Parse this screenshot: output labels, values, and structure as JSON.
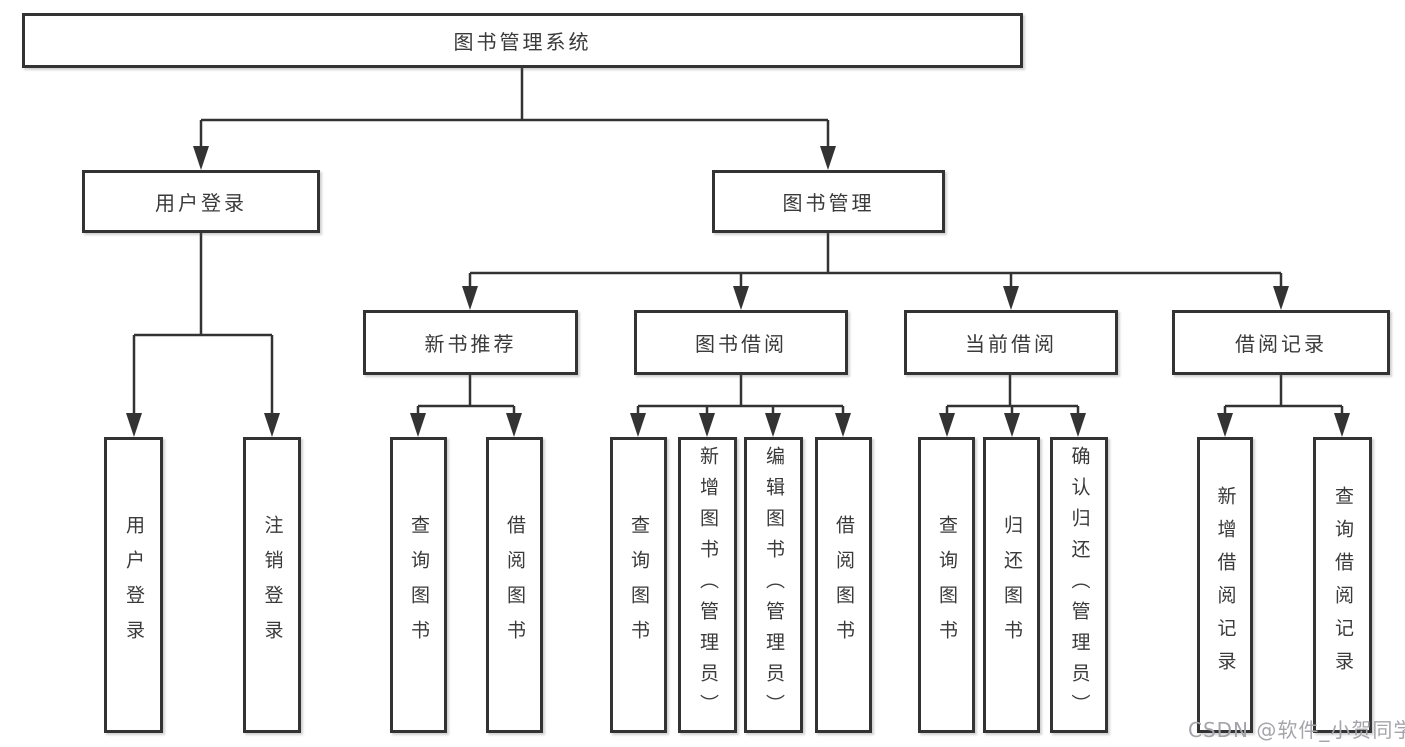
{
  "nodes": {
    "root": "图书管理系统",
    "level2": [
      "用户登录",
      "图书管理"
    ],
    "level3": [
      "新书推荐",
      "图书借阅",
      "当前借阅",
      "借阅记录"
    ]
  },
  "leaves": {
    "user_login": [
      "用户登录",
      "注销登录"
    ],
    "new_book": [
      "查询图书",
      "借阅图书"
    ],
    "book_borrow": [
      "查询图书",
      "新增图书（管理员）",
      "编辑图书（管理员）",
      "借阅图书"
    ],
    "current_borrow": [
      "查询图书",
      "归还图书",
      "确认归还（管理员）"
    ],
    "borrow_record": [
      "新增借阅记录",
      "查询借阅记录"
    ]
  },
  "watermark": "CSDN @软件_小贺同学",
  "colors": {
    "line": "#333333",
    "text": "#3a3a3a",
    "watermark": "#a4a4ac",
    "background": "#ffffff"
  }
}
